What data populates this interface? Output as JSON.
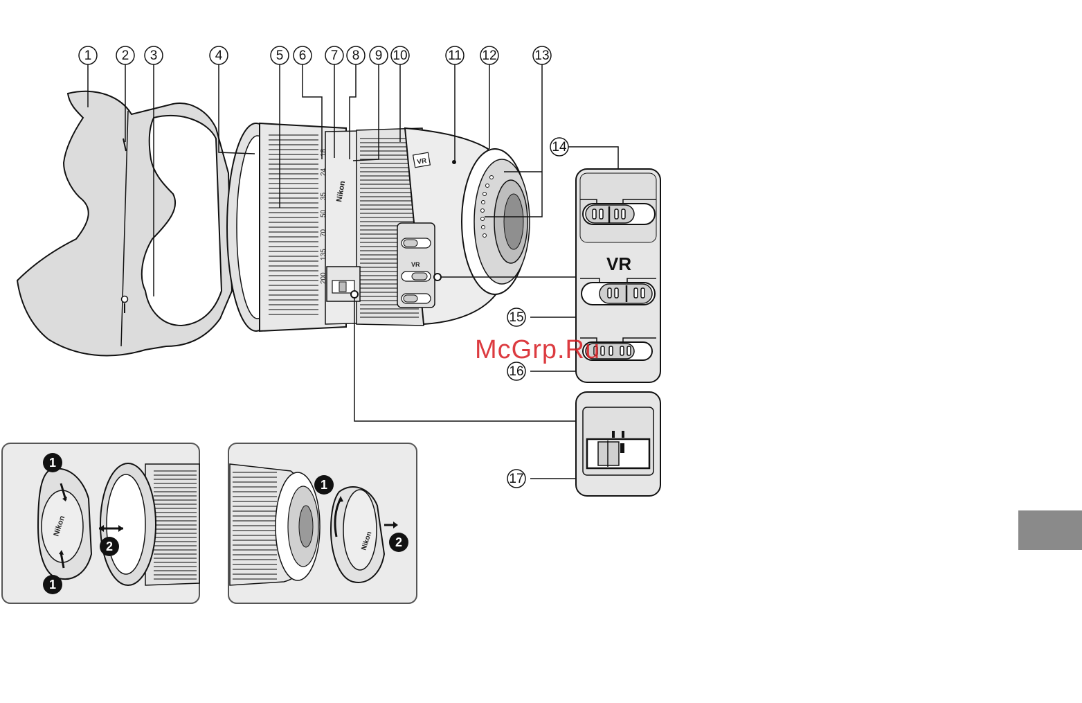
{
  "callouts": [
    "1",
    "2",
    "3",
    "4",
    "5",
    "6",
    "7",
    "8",
    "9",
    "10",
    "11",
    "12",
    "13",
    "14",
    "15",
    "16",
    "17"
  ],
  "zoom_scale": [
    "18",
    "24",
    "35",
    "50",
    "70",
    "135",
    "200"
  ],
  "brand": "Nikon",
  "vr_label": "VR",
  "steps": {
    "one": "1",
    "two": "2"
  },
  "watermark": "McGrp.Ru",
  "colors": {
    "line": "#111111",
    "panel": "#e6e6e6",
    "lens_gray": "#d9d9d9",
    "hood_gray": "#dcdcdc",
    "badge": "#111111",
    "watermark": "#d7191f",
    "tab": "#8a8a8a"
  }
}
